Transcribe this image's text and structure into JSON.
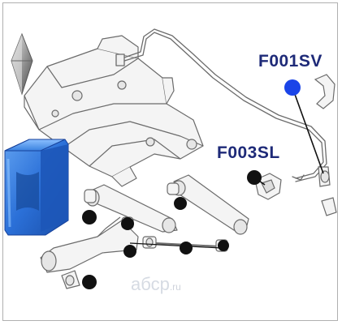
{
  "callouts": {
    "stabilizer_link": {
      "part_number": "F001SV"
    },
    "stabilizer_bushing": {
      "part_number": "F003SL"
    }
  },
  "watermark": {
    "text": "абср",
    "suffix": ".ru"
  },
  "colors": {
    "accent_blue": "#1a44e8",
    "label_navy": "#1e2a78",
    "bushing_blue": "#2b70d8",
    "line_art": "#6b6b6b"
  },
  "icons": [
    "brand-logo-icon",
    "bushing-illustration"
  ]
}
